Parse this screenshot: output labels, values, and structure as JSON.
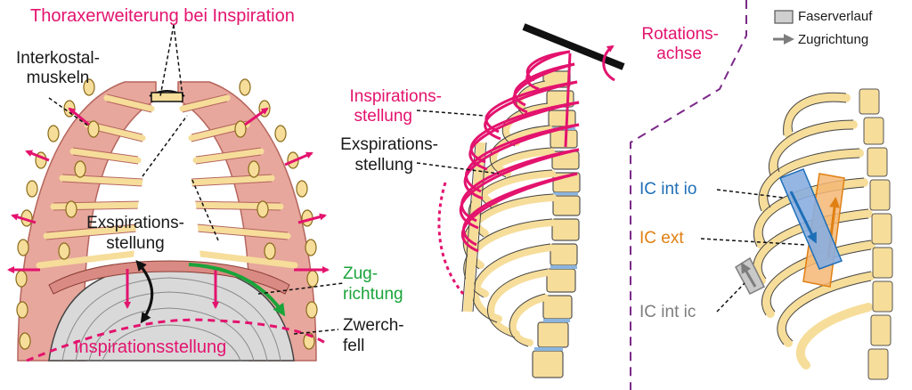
{
  "colors": {
    "pink": "#e3136e",
    "green": "#1aa43a",
    "blue": "#1e6fb8",
    "orange": "#e07f12",
    "gray": "#7d7d7d",
    "purple": "#7b2a88",
    "bone": "#f6dd9a",
    "muscle": "#d98a82"
  },
  "left_panel": {
    "title": "Thoraxerweiterung bei Inspiration",
    "interkostal_1": "Interkostal-",
    "interkostal_2": "muskeln",
    "exsp_1": "Exspirations-",
    "exsp_2": "stellung",
    "zug_1": "Zug-",
    "zug_2": "richtung",
    "zwerch_1": "Zwerch-",
    "zwerch_2": "fell",
    "insp": "Inspirationsstellung"
  },
  "middle_panel": {
    "rotation_1": "Rotations-",
    "rotation_2": "achse",
    "insp_1": "Inspirations-",
    "insp_2": "stellung",
    "exsp_1": "Exspirations-",
    "exsp_2": "stellung"
  },
  "right_panel": {
    "legend_fiber": "Faserverlauf",
    "legend_pull": "Zugrichtung",
    "ic_int_io": "IC int io",
    "ic_ext": "IC ext",
    "ic_int_ic": "IC int ic"
  }
}
